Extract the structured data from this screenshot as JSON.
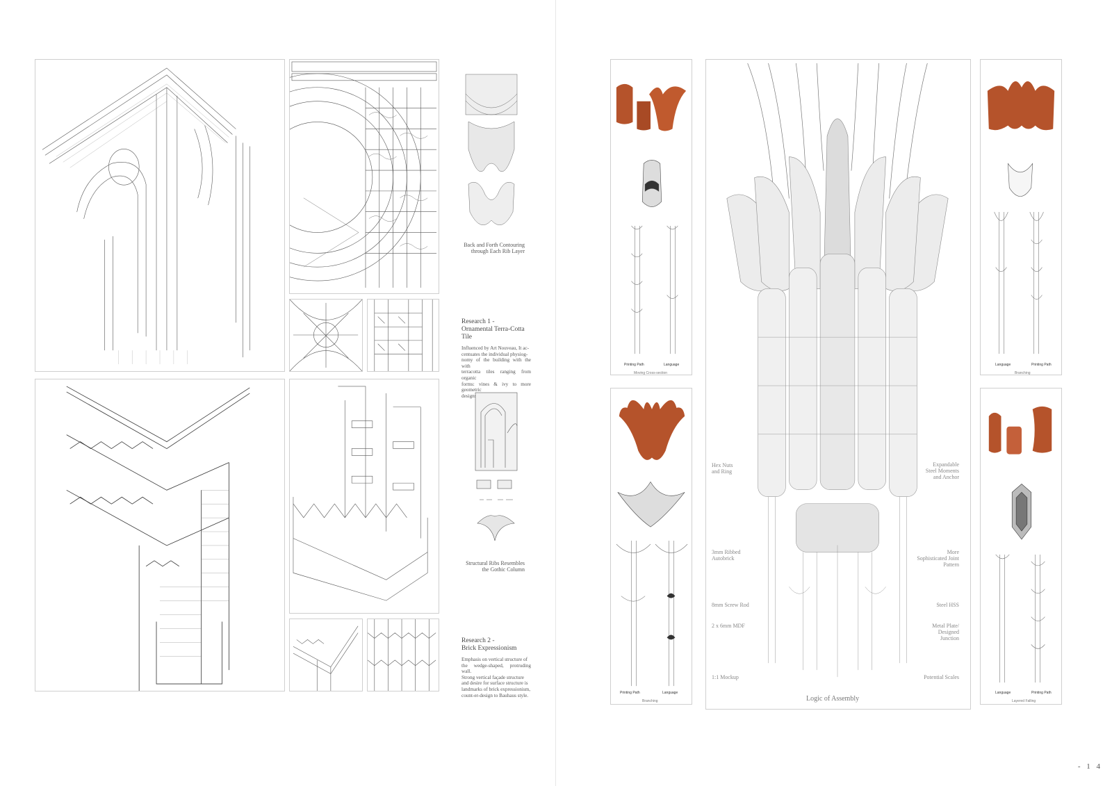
{
  "left": {
    "rib_caption": [
      "Back and Forth Contouring",
      "through Each Rib Layer"
    ],
    "research1": {
      "title": [
        "Research 1 -",
        "Ornamental Terra-Cotta Tile"
      ],
      "body": [
        "Influenced by Art Nouveau, It ac-",
        "centuates the individual physiog-",
        "nomy of the building with the with",
        "terracotta tiles ranging from organic",
        "forms: vines & ivy to more geometric",
        "designs."
      ]
    },
    "gothic_caption": [
      "Structural Ribs Resembles",
      "the Gothic Column"
    ],
    "research2": {
      "title": [
        "Research 2 -",
        "Brick Expressionism"
      ],
      "body": [
        "Emphasis on vertical structure of",
        "the wedge-shaped, protruding wall.",
        "Strong vertical façade structure",
        "and desire for surface structure is",
        "landmarks of brick expressionism,",
        "count-er-design to Bauhaus style."
      ]
    }
  },
  "right": {
    "panel_tl": {
      "left_label": "Printing Path",
      "right_label": "Language",
      "caption": "Moving Cross-section"
    },
    "panel_bl": {
      "left_label": "Printing Path",
      "right_label": "Language",
      "caption": "Branching"
    },
    "panel_tr": {
      "left_label": "Language",
      "right_label": "Printing Path",
      "caption": "Branching"
    },
    "panel_br": {
      "left_label": "Language",
      "right_label": "Printing Path",
      "caption": "Layered Falling"
    },
    "assembly": {
      "title": "Logic of Assembly",
      "labels_left": [
        [
          "Hex Nuts",
          "and Ring"
        ],
        [
          "3mm Ribbed",
          "Autobrick"
        ],
        [
          "8mm Screw Rod"
        ],
        [
          "2 x 6mm MDF"
        ],
        [
          "1:1 Mockup"
        ]
      ],
      "labels_right": [
        [
          "Expandable",
          "Steel Moments",
          "and Anchor"
        ],
        [
          "More",
          "Sophisticated Joint",
          "Pattern"
        ],
        [
          "Steel HSS"
        ],
        [
          "Metal Plate/",
          "Designed",
          "Junction"
        ],
        [
          "Potential Scales"
        ]
      ]
    }
  },
  "page_number": "- 1 4",
  "colors": {
    "terracotta": "#b5532b",
    "line": "#555555",
    "frame": "#cfcfcf"
  }
}
